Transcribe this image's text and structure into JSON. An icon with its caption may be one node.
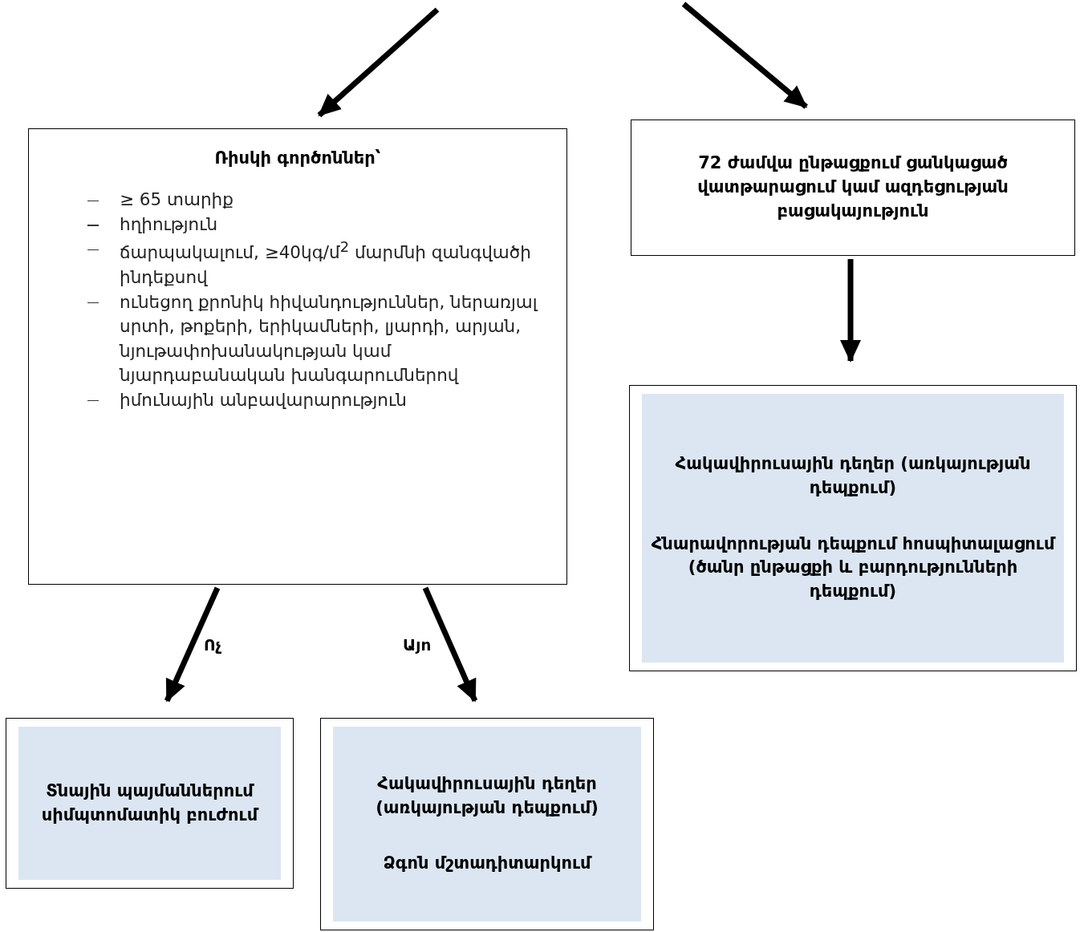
{
  "diagram": {
    "nodes": [
      {
        "text": [
          "Ռիսկի գործոններ՝",
          "≥ 65 տարիք",
          "հղիություն",
          "ճարպակալում, ≥40կգ/մ$^{2}$ մարմնի զանգվածի ինդեքսով",
          "ունեցող քրոնիկ հիվանդություններ, ներառյալ սրտի, թոքերի, երիկամների, լյարդի, արյան, նյութափոխանակության կամ նյարդաբանական խանգարումներով",
          "իմունային անբավարարություն"
        ]
      },
      {
        "text": [
          "72 ժամվա ընթացքում ցանկացած վատթարացում կամ ազդեցության բացակայություն"
        ]
      },
      {
        "text": [
          "Հակավիրուսային դեղեր (առկայության դեպքում)",
          "Հնարավորության դեպքում հոսպիտալացում (ծանր ընթացքի և բարդությունների դեպքում)"
        ]
      },
      {
        "text": [
          "Տնային պայմաններում սիմպտոմատիկ բուժում"
        ]
      },
      {
        "text": [
          "Հակավիրուսային դեղեր (առկայության դեպքում)",
          "Ձգոն մշտադիտարկում"
        ]
      }
    ],
    "edges": [
      {
        "from": null,
        "to": 0,
        "arrow": "to"
      },
      {
        "from": null,
        "to": 1,
        "arrow": "to"
      },
      {
        "from": 1,
        "to": 2,
        "arrow": "to"
      },
      {
        "from": 0,
        "to": 3,
        "arrow": "to",
        "label": "Ոչ"
      },
      {
        "from": 0,
        "to": 4,
        "arrow": "to",
        "label": "Այո"
      }
    ]
  }
}
